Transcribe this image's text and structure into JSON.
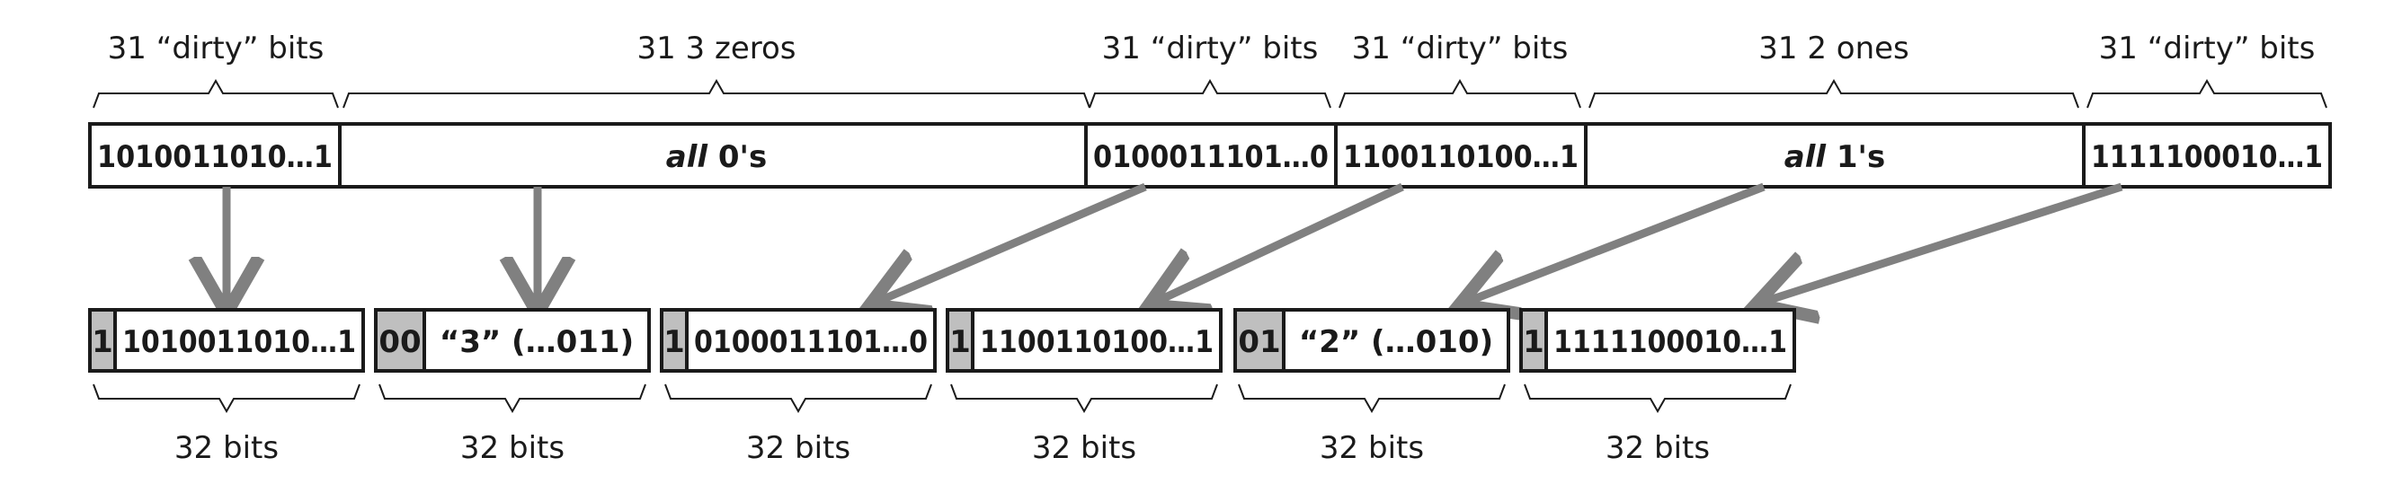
{
  "top_row": {
    "segments": [
      {
        "label": "31 “dirty” bits",
        "value": "1010011010…1",
        "italic": "",
        "value_rest": ""
      },
      {
        "label": "31  3 zeros",
        "value": "",
        "italic": "all",
        "value_rest": " 0's"
      },
      {
        "label": "31 “dirty” bits",
        "value": "0100011101…0",
        "italic": "",
        "value_rest": ""
      },
      {
        "label": "31 “dirty” bits",
        "value": "1100110100…1",
        "italic": "",
        "value_rest": ""
      },
      {
        "label": "31  2 ones",
        "value": "",
        "italic": "all",
        "value_rest": " 1's"
      },
      {
        "label": "31 “dirty” bits",
        "value": "1111100010…1",
        "italic": "",
        "value_rest": ""
      }
    ]
  },
  "bottom_row": {
    "words": [
      {
        "flag": "1",
        "value": "1010011010…1",
        "size_label": "32 bits"
      },
      {
        "flag": "00",
        "value": "“3” (…011)",
        "size_label": "32 bits"
      },
      {
        "flag": "1",
        "value": "0100011101…0",
        "size_label": "32 bits"
      },
      {
        "flag": "1",
        "value": "1100110100…1",
        "size_label": "32 bits"
      },
      {
        "flag": "01",
        "value": "“2” (…010)",
        "size_label": "32 bits"
      },
      {
        "flag": "1",
        "value": "1111100010…1",
        "size_label": "32 bits"
      }
    ]
  },
  "colors": {
    "arrow": "#808080",
    "flag_fill": "#bfbfbf",
    "stroke": "#1a1a1a"
  }
}
